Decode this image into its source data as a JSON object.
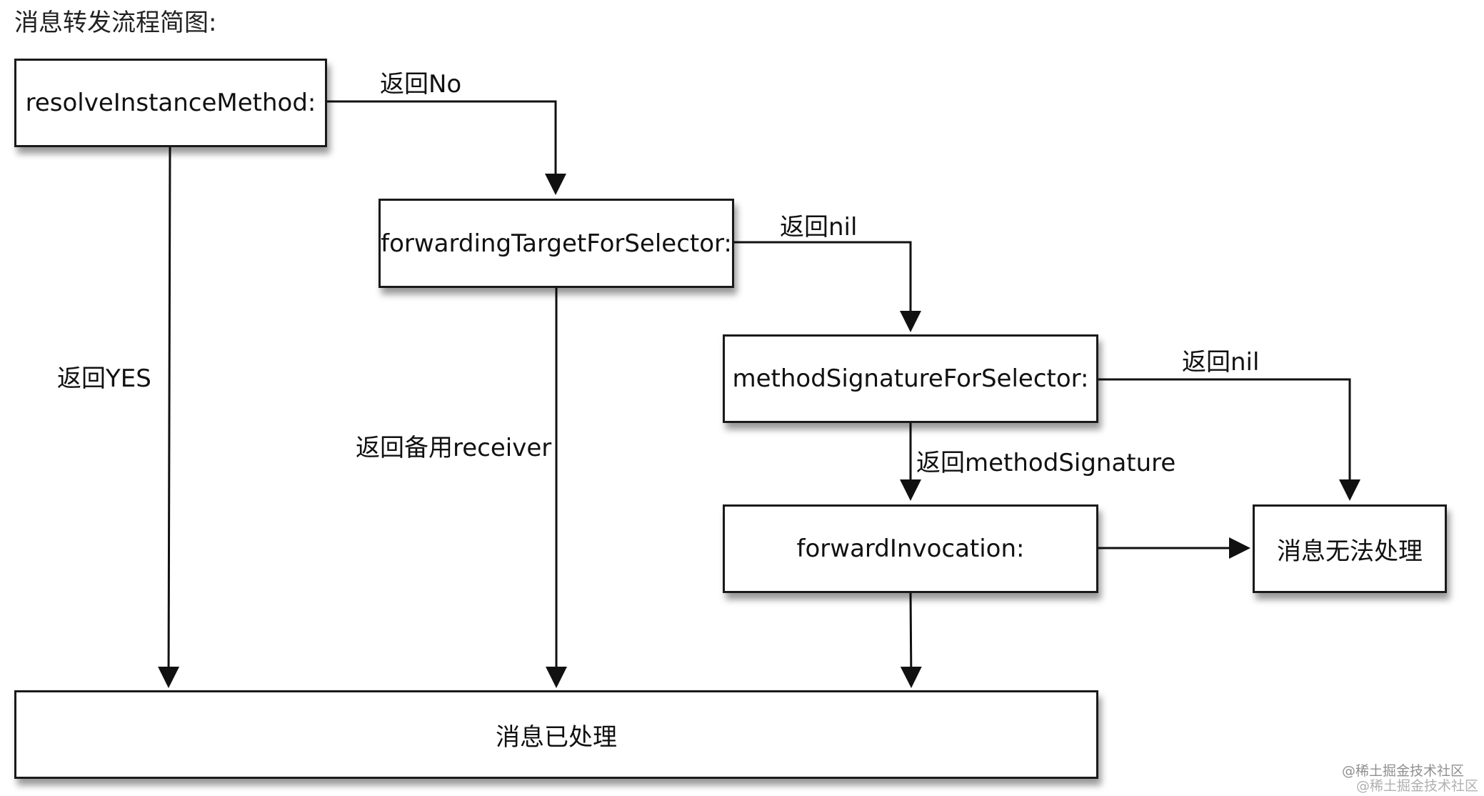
{
  "title": "消息转发流程简图:",
  "nodes": {
    "resolve_instance_method": "resolveInstanceMethod:",
    "forwarding_target_for_selector": "forwardingTargetForSelector:",
    "method_signature_for_selector": "methodSignatureForSelector:",
    "forward_invocation": "forwardInvocation:",
    "message_unhandled": "消息无法处理",
    "message_handled": "消息已处理"
  },
  "edge_labels": {
    "resolve_returns_no": "返回No",
    "resolve_returns_yes": "返回YES",
    "forwarding_returns_nil": "返回nil",
    "forwarding_returns_backup_receiver": "返回备用receiver",
    "signature_returns_nil": "返回nil",
    "signature_returns_method_signature": "返回methodSignature"
  },
  "watermark": {
    "line1": "@稀土掘金技术社区",
    "line2": "@稀土掘金技术社区"
  },
  "colors": {
    "line": "#111111",
    "box_border": "#1a1a1a",
    "watermark": "#9a9a9a"
  }
}
